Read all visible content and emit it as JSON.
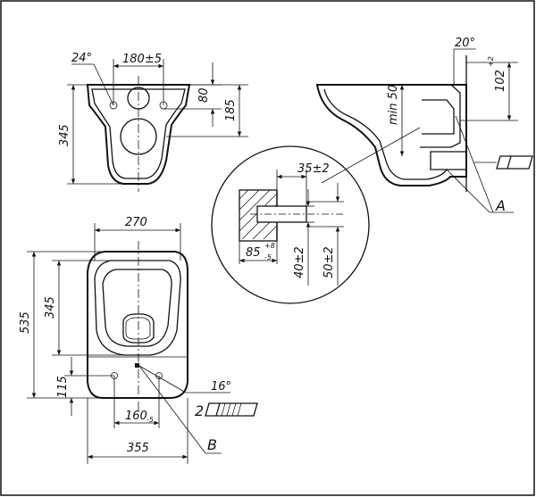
{
  "dimensions": {
    "front_top_bolt_angle": "24°",
    "front_bolt_spacing": "180±5",
    "front_height_80": "80",
    "front_height_185": "185",
    "front_height_345": "345",
    "side_angle": "20°",
    "side_height_main": "102",
    "side_height_tol": "+2",
    "side_min": "min 50",
    "detail_width": "35±2",
    "detail_depth_main": "85",
    "detail_depth_tol_up": "+8",
    "detail_depth_tol_down": "-5",
    "detail_40": "40±2",
    "detail_50": "50±2",
    "top_width": "270",
    "top_length": "535",
    "top_seat": "345",
    "top_115": "115",
    "top_bolt_angle": "16°",
    "top_bolt_spacing_main": "160",
    "top_bolt_spacing_tol": "-5",
    "top_355": "355"
  },
  "labels": {
    "section_a": "A",
    "section_b": "B",
    "note_2": "2"
  }
}
